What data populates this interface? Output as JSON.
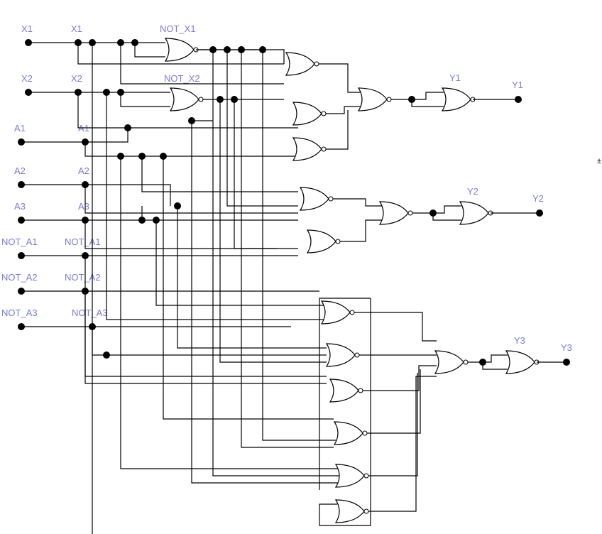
{
  "diagram": {
    "type": "logic-circuit",
    "gate_type": "NOR",
    "label_color": "#7b7bdb",
    "wire_color": "#000000",
    "inputs": [
      {
        "id": "X1",
        "pin_label": "X1",
        "net_label": "X1"
      },
      {
        "id": "X2",
        "pin_label": "X2",
        "net_label": "X2"
      },
      {
        "id": "A1",
        "pin_label": "A1",
        "net_label": "A1"
      },
      {
        "id": "A2",
        "pin_label": "A2",
        "net_label": "A2"
      },
      {
        "id": "A3",
        "pin_label": "A3",
        "net_label": "A3"
      },
      {
        "id": "NOT_A1",
        "pin_label": "NOT_A1",
        "net_label": "NOT_A1"
      },
      {
        "id": "NOT_A2",
        "pin_label": "NOT_A2",
        "net_label": "NOT_A2"
      },
      {
        "id": "NOT_A3",
        "pin_label": "NOT_A3",
        "net_label": "NOT_A3"
      }
    ],
    "inverters": [
      {
        "id": "NOT_X1",
        "label": "NOT_X1"
      },
      {
        "id": "NOT_X2",
        "label": "NOT_X2"
      }
    ],
    "outputs": [
      {
        "id": "Y1",
        "gate_label": "Y1",
        "pin_label": "Y1"
      },
      {
        "id": "Y2",
        "gate_label": "Y2",
        "pin_label": "Y2"
      },
      {
        "id": "Y3",
        "gate_label": "Y3",
        "pin_label": "Y3"
      }
    ],
    "edge_mark": "±"
  }
}
